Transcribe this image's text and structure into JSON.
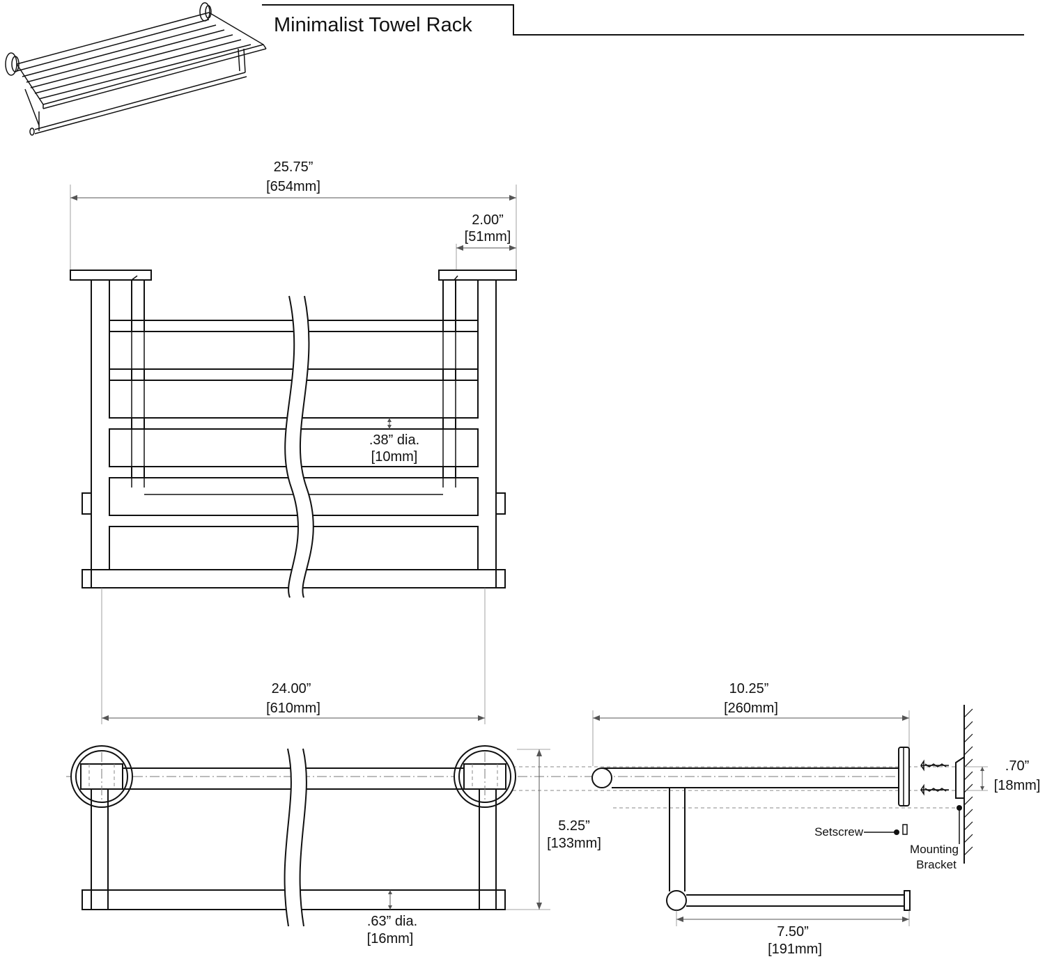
{
  "title": "Minimalist Towel Rack",
  "dimensions": {
    "overall_width": {
      "in": "25.75”",
      "mm": "[654mm]"
    },
    "bracket_depth": {
      "in": "2.00”",
      "mm": "[51mm]"
    },
    "shelf_bar_dia": {
      "in": ".38” dia.",
      "mm": "[10mm]"
    },
    "post_spacing": {
      "in": "24.00”",
      "mm": "[610mm]"
    },
    "height": {
      "in": "5.25”",
      "mm": "[133mm]"
    },
    "towel_bar_dia": {
      "in": ".63” dia.",
      "mm": "[16mm]"
    },
    "projection": {
      "in": "10.25”",
      "mm": "[260mm]"
    },
    "mount_offset": {
      "in": ".70”",
      "mm": "[18mm]"
    },
    "towel_bar_length": {
      "in": "7.50”",
      "mm": "[191mm]"
    }
  },
  "callouts": {
    "setscrew": "Setscrew",
    "mounting_bracket_line1": "Mounting",
    "mounting_bracket_line2": "Bracket"
  }
}
